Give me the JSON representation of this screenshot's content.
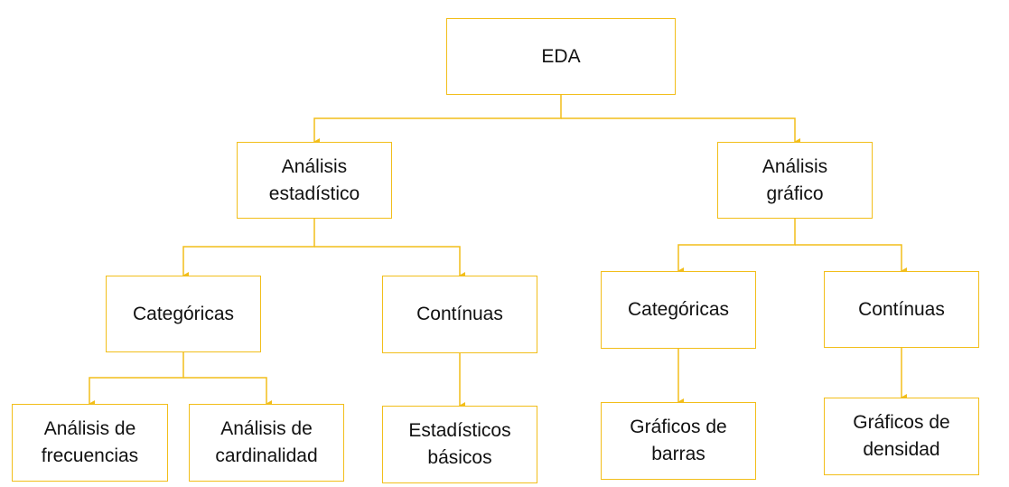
{
  "colors": {
    "box_border": "#F2BE1A",
    "connector": "#F2BE1A",
    "text": "#111111",
    "background": "#ffffff"
  },
  "nodes": {
    "eda": "EDA",
    "analisis_estadistico": "Análisis\nestadístico",
    "analisis_grafico": "Análisis\ngráfico",
    "est_categoricas": "Categóricas",
    "est_continuas": "Contínuas",
    "graf_categoricas": "Categóricas",
    "graf_continuas": "Contínuas",
    "analisis_frecuencias": "Análisis de\nfrecuencias",
    "analisis_cardinalidad": "Análisis de\ncardinalidad",
    "estadisticos_basicos": "Estadísticos\nbásicos",
    "graficos_barras": "Gráficos de\nbarras",
    "graficos_densidad": "Gráficos de\ndensidad"
  }
}
